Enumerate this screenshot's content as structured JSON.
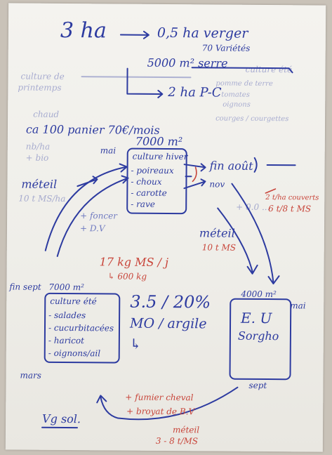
{
  "colors": {
    "ink_blue": "#2d3ba0",
    "ink_red": "#c8453a",
    "paper": "#f1f0eb"
  },
  "header": {
    "area_total": "3 ha",
    "orchard": "0,5 ha verger",
    "orchard_varieties": "70 Variétés",
    "serre": "5000 m² serre",
    "pc": "2 ha P-C"
  },
  "faint_notes": {
    "left1": "culture de",
    "left2": "printemps",
    "left3": "chaud",
    "right1": "culture été",
    "right2": "pomme de terre",
    "right3": "tomates",
    "right4": "oignons",
    "right5": "courges / courgettes"
  },
  "left_notes": {
    "paniers": "ca 100 panier  70€/mois",
    "faint_label": "nb/ha",
    "bio": "+ bio",
    "mai": "mai",
    "meteil": "méteil",
    "meteil_yield": "10 t MS/ha"
  },
  "box_top": {
    "area": "7000 m²",
    "title": "culture hiver",
    "items": [
      "- poireaux",
      "- choux",
      "- carotte",
      "- rave"
    ]
  },
  "box_right": {
    "area": "4000 m²",
    "month": "mai",
    "line1": "E. U",
    "line2": "Sorgho"
  },
  "box_left": {
    "area": "7000 m²",
    "title": "culture été",
    "items": [
      "- salades",
      "- cucurbitacées",
      "- haricot",
      "- oignons/ail"
    ]
  },
  "cycle": {
    "fin_aout": "fin août",
    "nov": "nov",
    "meteil_right": "méteil",
    "meteil_right_yield": "10 t MS",
    "faint_right": "+ 0.0 ...",
    "red_right": "2 t/ha couverts",
    "red_right2": "6 t/8 t MS",
    "fin_sept": "fin sept",
    "mars": "mars",
    "sept": "sept",
    "fumier_1": "+ fumier cheval",
    "fumier_2": "+ broyat de B.V",
    "meteil_bottom": "méteil",
    "meteil_bottom_yield": "3 - 8 t/MS",
    "foncer": "+ foncer",
    "dv": "+ D.V",
    "vg_sol": "Vg sol."
  },
  "center": {
    "red1": "17 kg MS / j",
    "red2": "↳ 600 kg",
    "ratio": "3.5 / 20%",
    "ratio2": "MO / argile",
    "arrow": "↳"
  }
}
